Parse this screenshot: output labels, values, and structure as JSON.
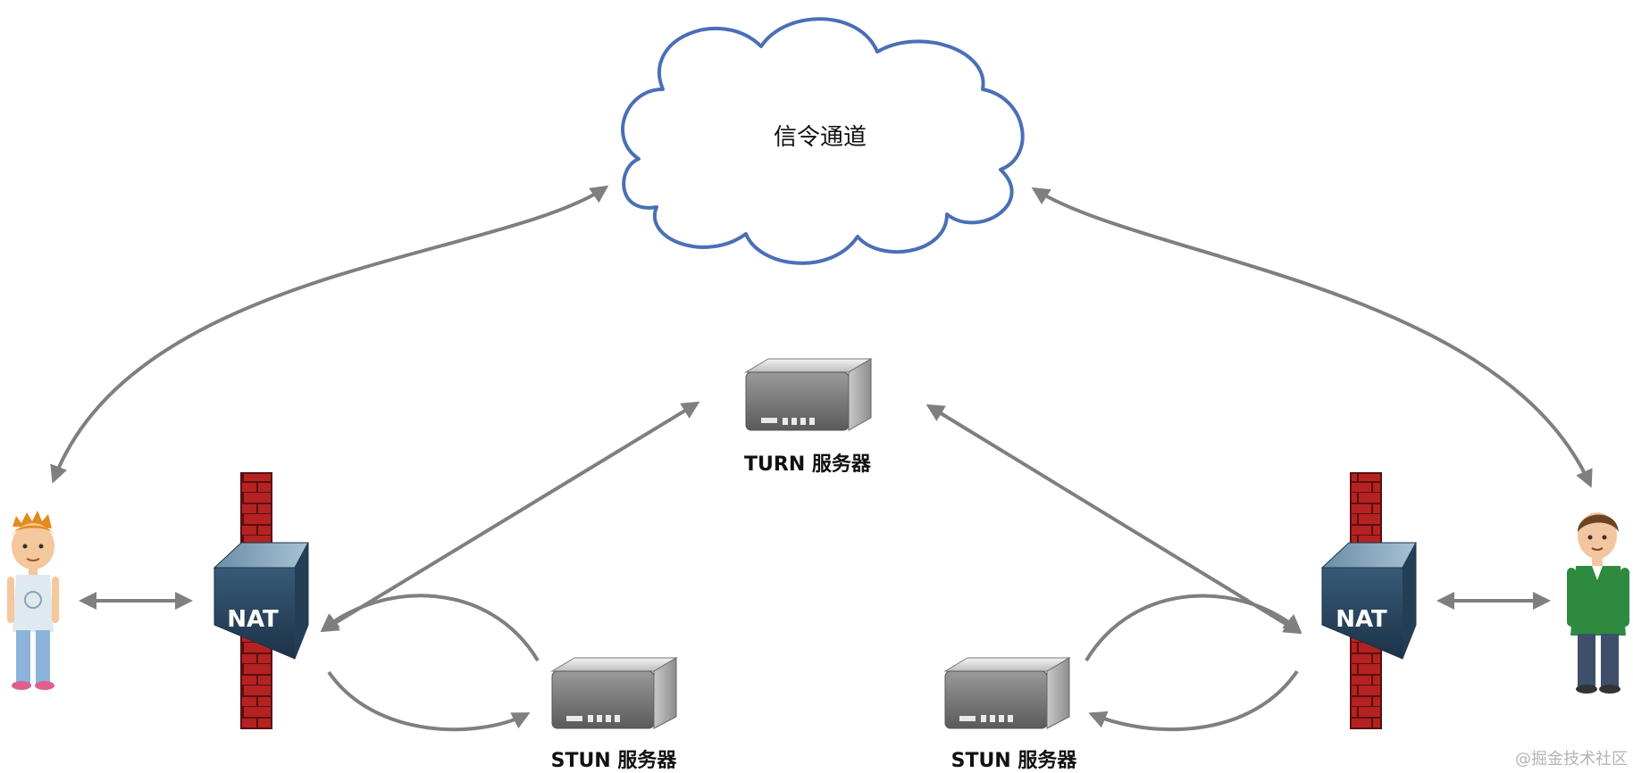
{
  "cloud": {
    "label": "信令通道"
  },
  "turn_server": {
    "label": "TURN 服务器"
  },
  "stun_left": {
    "label": "STUN 服务器"
  },
  "stun_right": {
    "label": "STUN 服务器"
  },
  "nat_left": {
    "label": "NAT"
  },
  "nat_right": {
    "label": "NAT"
  },
  "watermark": "@掘金技术社区",
  "colors": {
    "arrow": "#7f7f7f",
    "cloud_stroke": "#4a6fb5",
    "brick": "#b52222",
    "nat_box": "#2c4a63"
  }
}
